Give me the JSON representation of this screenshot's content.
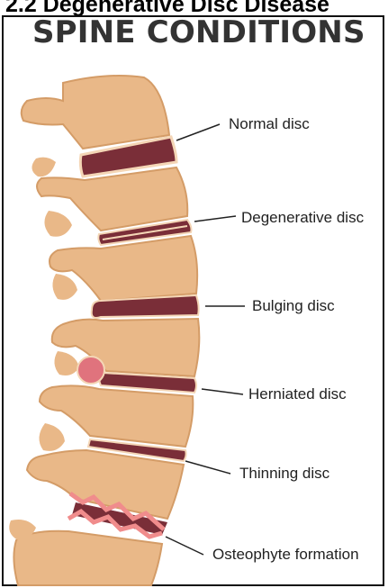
{
  "header": {
    "heading": "2.2 Degenerative Disc Disease"
  },
  "figure": {
    "title": "SPINE CONDITIONS",
    "colors": {
      "bone": "#E9B888",
      "bone_shadow": "#D49C67",
      "disc": "#7A2E38",
      "disc_light": "#F4D6B6",
      "herniation": "#E0737D",
      "osteophyte": "#F08C8C"
    },
    "labels": [
      {
        "key": "normal",
        "text": "Normal disc"
      },
      {
        "key": "degenerative",
        "text": "Degenerative disc"
      },
      {
        "key": "bulging",
        "text": "Bulging disc"
      },
      {
        "key": "herniated",
        "text": "Herniated disc"
      },
      {
        "key": "thinning",
        "text": "Thinning disc"
      },
      {
        "key": "osteophyte",
        "text": "Osteophyte formation"
      }
    ]
  }
}
